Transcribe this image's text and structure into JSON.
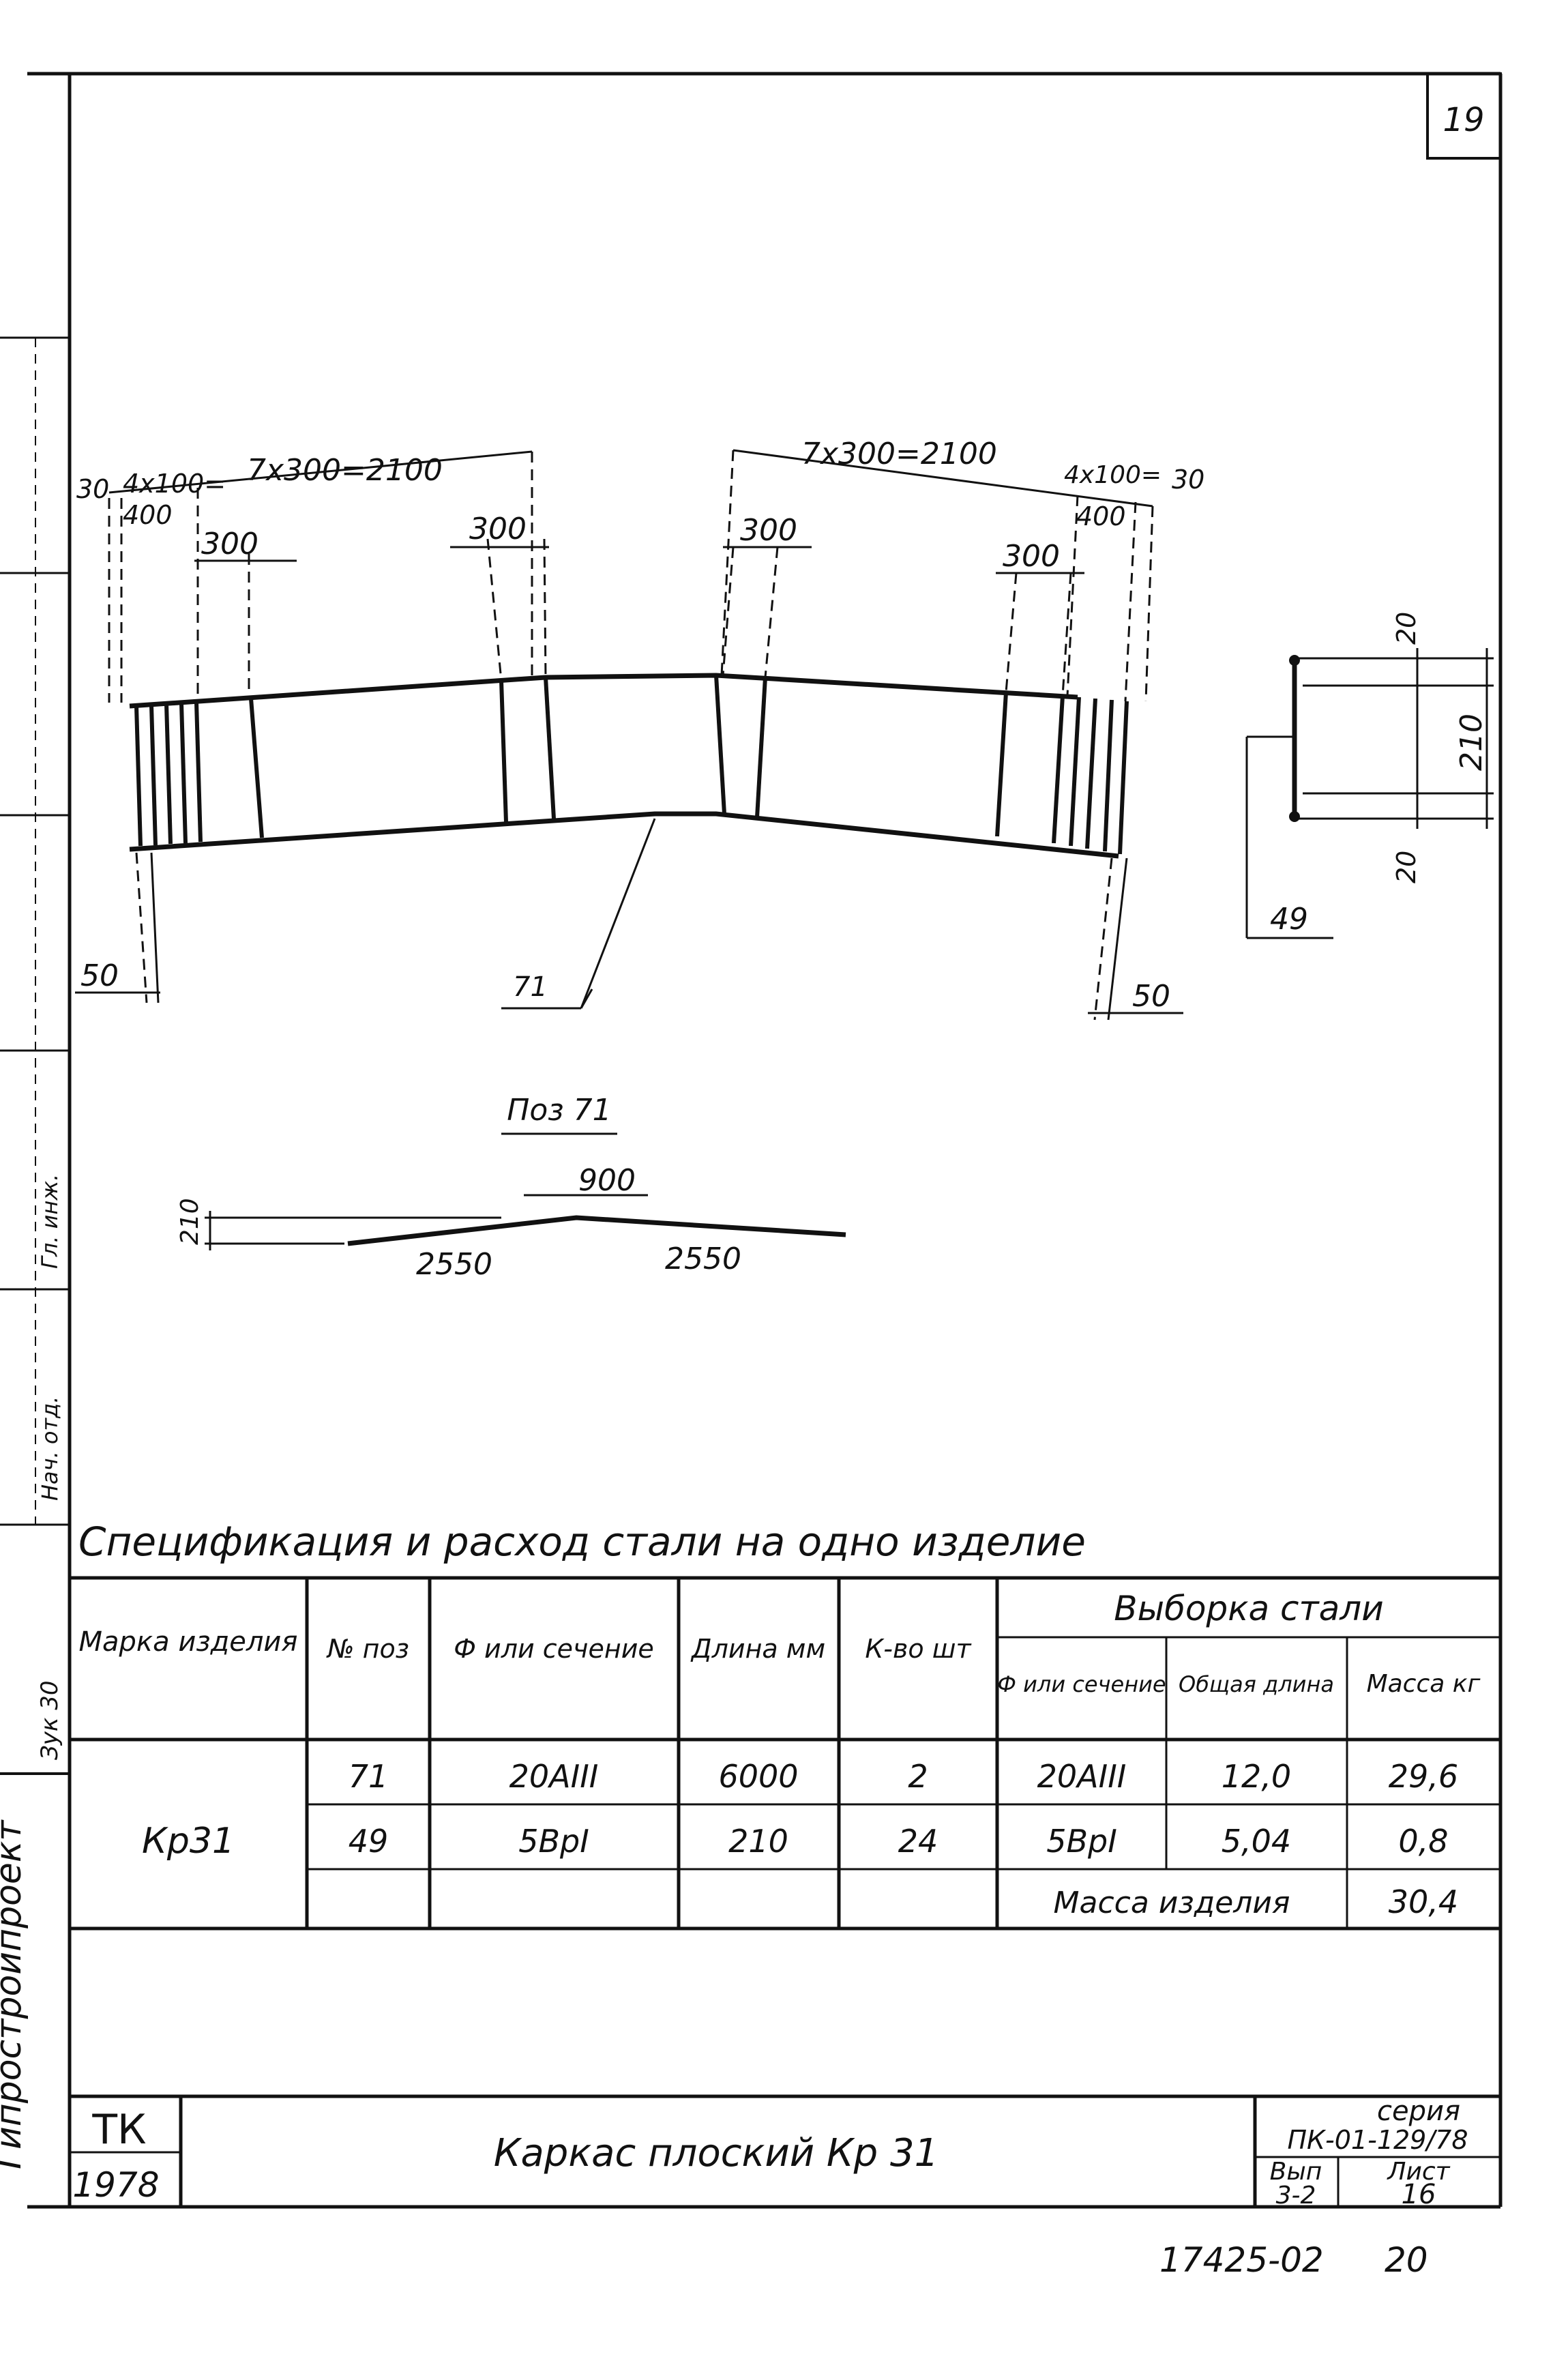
{
  "sheet_number": "19",
  "margin_stamp": [
    "Гипростройпроект",
    "Зук 30",
    "Нач. отд.",
    "Гл. инж."
  ],
  "drawing": {
    "dims_top_left": {
      "end": "30",
      "span_a": "4x100=",
      "span_b": "7x300=2100",
      "d400": "400",
      "d300a": "300",
      "d300b": "300"
    },
    "dims_top_right": {
      "span_b": "7x300=2100",
      "span_a": "4x100=",
      "end": "30",
      "d400": "400",
      "d300a": "300",
      "d300b": "300"
    },
    "dim_bottom_left": "50",
    "dim_bottom_right": "50",
    "pos_leader": "71",
    "section": {
      "top": "20",
      "height": "210",
      "bottom": "20",
      "pos": "49"
    },
    "bent_bar": {
      "title": "Поз 71",
      "rise": "210",
      "middle": "900",
      "left": "2550",
      "right": "2550"
    }
  },
  "spec": {
    "title": "Спецификация и расход стали на одно изделие",
    "headers": {
      "mark": "Марка изделия",
      "pos": "№ поз",
      "section": "Ф или сечение",
      "length": "Длина мм",
      "qty": "К-во шт",
      "selection": "Выборка стали",
      "sel_section": "Ф или сечение",
      "sel_total": "Общая длина",
      "sel_mass": "Масса кг"
    },
    "mark": "Кр31",
    "rows": [
      {
        "pos": "71",
        "section": "20AIII",
        "length": "6000",
        "qty": "2",
        "sel_section": "20AIII",
        "sel_total": "12,0",
        "sel_mass": "29,6"
      },
      {
        "pos": "49",
        "section": "5BpI",
        "length": "210",
        "qty": "24",
        "sel_section": "5BpI",
        "sel_total": "5,04",
        "sel_mass": "0,8"
      }
    ],
    "total_label": "Масса изделия",
    "total_value": "30,4"
  },
  "title_block": {
    "org": "ТК",
    "year": "1978",
    "title": "Каркас плоский Кр 31",
    "series_label": "серия",
    "series": "ПК-01-129/78",
    "issue_label": "Вып",
    "issue": "3-2",
    "sheet_label": "Лист",
    "sheet": "16"
  },
  "footer_code": "17425-02",
  "footer_page": "20"
}
